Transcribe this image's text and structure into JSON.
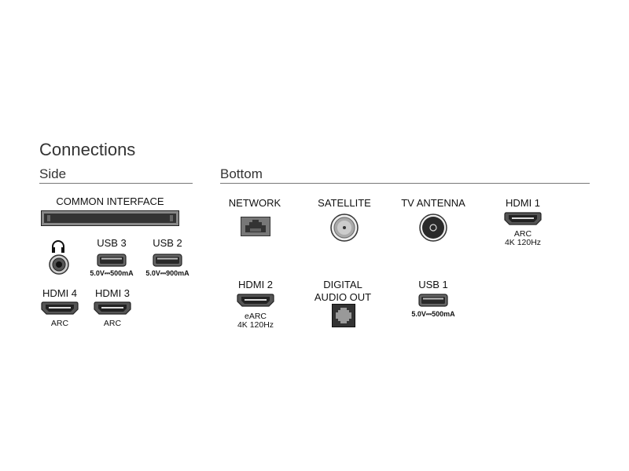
{
  "title": "Connections",
  "sections": {
    "side": {
      "label": "Side",
      "common_interface": "COMMON INTERFACE",
      "headphone_icon": "headphone-icon",
      "usb3": {
        "label": "USB 3",
        "spec": "5.0V⎓500mA"
      },
      "usb2": {
        "label": "USB 2",
        "spec": "5.0V⎓900mA"
      },
      "hdmi4": {
        "label": "HDMI 4",
        "sub": "ARC"
      },
      "hdmi3": {
        "label": "HDMI 3",
        "sub": "ARC"
      }
    },
    "bottom": {
      "label": "Bottom",
      "network": {
        "label": "NETWORK"
      },
      "satellite": {
        "label": "SATELLITE"
      },
      "tv_antenna": {
        "label": "TV ANTENNA"
      },
      "hdmi1": {
        "label": "HDMI 1",
        "sub1": "ARC",
        "sub2": "4K 120Hz"
      },
      "hdmi2": {
        "label": "HDMI 2",
        "sub1": "eARC",
        "sub2": "4K 120Hz"
      },
      "digital_audio": {
        "line1": "DIGITAL",
        "line2": "AUDIO OUT"
      },
      "usb1": {
        "label": "USB 1",
        "spec": "5.0V⎓500mA"
      }
    }
  }
}
